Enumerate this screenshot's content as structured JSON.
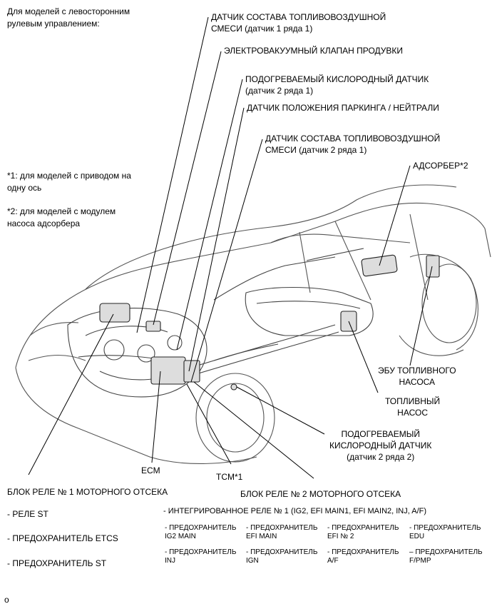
{
  "header_note": [
    "Для моделей с левосторонним",
    "рулевым управлением:"
  ],
  "footnotes": {
    "f1": [
      "*1: для моделей с приводом на",
      "одну ось"
    ],
    "f2": [
      "*2: для моделей с модулем",
      "насоса адсорбера"
    ]
  },
  "labels": {
    "af_sensor_b1s1": [
      "ДАТЧИК СОСТАВА ТОПЛИВОВОЗДУШНОЙ",
      "СМЕСИ (датчик 1 ряда 1)"
    ],
    "purge_vsv": [
      "ЭЛЕКТРОВАКУУМНЫЙ КЛАПАН ПРОДУВКИ"
    ],
    "ho2_b2s1": [
      "ПОДОГРЕВАЕМЫЙ КИСЛОРОДНЫЙ ДАТЧИК",
      "(датчик 2 ряда 1)"
    ],
    "pnp_switch": [
      "ДАТЧИК ПОЛОЖЕНИЯ ПАРКИНГА / НЕЙТРАЛИ"
    ],
    "af_sensor_b2s1": [
      "ДАТЧИК СОСТАВА ТОПЛИВОВОЗДУШНОЙ",
      "СМЕСИ (датчик 2 ряда 1)"
    ],
    "canister": [
      "АДСОРБЕР*2"
    ],
    "fuel_pump_ecu": [
      "ЭБУ ТОПЛИВНОГО",
      "НАСОСА"
    ],
    "fuel_pump": [
      "ТОПЛИВНЫЙ",
      "НАСОС"
    ],
    "ho2_b2s2": [
      "ПОДОГРЕВАЕМЫЙ",
      "КИСЛОРОДНЫЙ ДАТЧИК",
      "(датчик 2 ряда 2)"
    ],
    "ecm": [
      "ECM"
    ],
    "tcm": [
      "TCM*1"
    ]
  },
  "relay_block_1": {
    "title": "БЛОК РЕЛЕ № 1 МОТОРНОГО ОТСЕКА",
    "items": [
      "- РЕЛЕ ST",
      "- ПРЕДОХРАНИТЕЛЬ ETCS",
      "- ПРЕДОХРАНИТЕЛЬ ST"
    ]
  },
  "relay_block_2": {
    "title": "БЛОК РЕЛЕ № 2 МОТОРНОГО ОТСЕКА",
    "integrated": "- ИНТЕГРИРОВАННОЕ РЕЛЕ № 1 (IG2, EFI MAIN1, EFI MAIN2, INJ, A/F)",
    "fuses": [
      [
        "- ПРЕДОХРАНИТЕЛЬ",
        "IG2 MAIN"
      ],
      [
        "- ПРЕДОХРАНИТЕЛЬ",
        "EFI MAIN"
      ],
      [
        "- ПРЕДОХРАНИТЕЛЬ",
        "EFI № 2"
      ],
      [
        "- ПРЕДОХРАНИТЕЛЬ",
        "EDU"
      ],
      [
        "- ПРЕДОХРАНИТЕЛЬ",
        "INJ"
      ],
      [
        "- ПРЕДОХРАНИТЕЛЬ",
        "IGN"
      ],
      [
        "- ПРЕДОХРАНИТЕЛЬ",
        "A/F"
      ],
      [
        "– ПРЕДОХРАНИТЕЛЬ",
        "F/PMP"
      ]
    ]
  },
  "figure_code": "o"
}
